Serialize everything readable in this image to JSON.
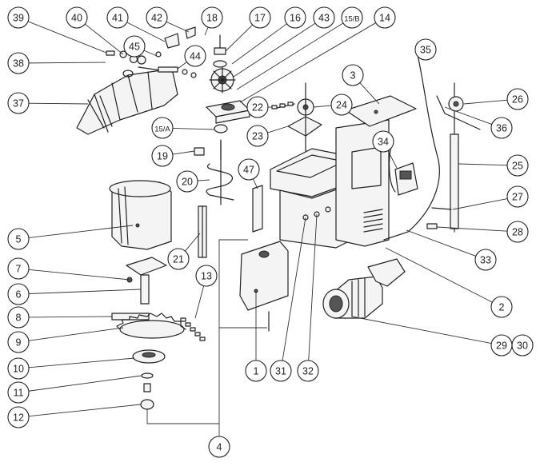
{
  "callouts": [
    {
      "id": "39",
      "label": "39"
    },
    {
      "id": "40",
      "label": "40"
    },
    {
      "id": "41",
      "label": "41"
    },
    {
      "id": "42",
      "label": "42"
    },
    {
      "id": "18",
      "label": "18"
    },
    {
      "id": "17",
      "label": "17"
    },
    {
      "id": "16",
      "label": "16"
    },
    {
      "id": "43",
      "label": "43"
    },
    {
      "id": "15b",
      "label": "15/B"
    },
    {
      "id": "14",
      "label": "14"
    },
    {
      "id": "45",
      "label": "45"
    },
    {
      "id": "44",
      "label": "44"
    },
    {
      "id": "38",
      "label": "38"
    },
    {
      "id": "37",
      "label": "37"
    },
    {
      "id": "35",
      "label": "35"
    },
    {
      "id": "3",
      "label": "3"
    },
    {
      "id": "26",
      "label": "26"
    },
    {
      "id": "22",
      "label": "22"
    },
    {
      "id": "24",
      "label": "24"
    },
    {
      "id": "36",
      "label": "36"
    },
    {
      "id": "15a",
      "label": "15/A"
    },
    {
      "id": "23",
      "label": "23"
    },
    {
      "id": "34",
      "label": "34"
    },
    {
      "id": "19",
      "label": "19"
    },
    {
      "id": "25",
      "label": "25"
    },
    {
      "id": "20",
      "label": "20"
    },
    {
      "id": "47",
      "label": "47"
    },
    {
      "id": "27",
      "label": "27"
    },
    {
      "id": "5",
      "label": "5"
    },
    {
      "id": "28",
      "label": "28"
    },
    {
      "id": "21",
      "label": "21"
    },
    {
      "id": "33",
      "label": "33"
    },
    {
      "id": "7",
      "label": "7"
    },
    {
      "id": "13",
      "label": "13"
    },
    {
      "id": "6",
      "label": "6"
    },
    {
      "id": "2",
      "label": "2"
    },
    {
      "id": "8",
      "label": "8"
    },
    {
      "id": "9",
      "label": "9"
    },
    {
      "id": "29",
      "label": "29"
    },
    {
      "id": "30",
      "label": "30"
    },
    {
      "id": "10",
      "label": "10"
    },
    {
      "id": "1",
      "label": "1"
    },
    {
      "id": "31",
      "label": "31"
    },
    {
      "id": "32",
      "label": "32"
    },
    {
      "id": "11",
      "label": "11"
    },
    {
      "id": "12",
      "label": "12"
    },
    {
      "id": "4",
      "label": "4"
    }
  ]
}
